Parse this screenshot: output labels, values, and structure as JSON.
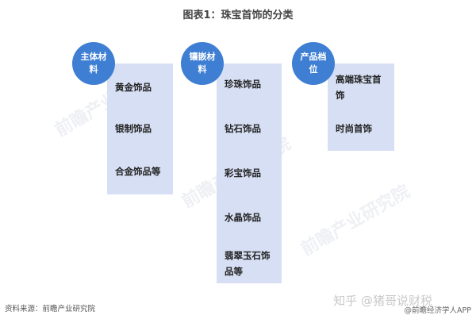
{
  "title": "图表1：珠宝首饰的分类",
  "categories": [
    {
      "label": "主体材料",
      "items": [
        "黄金饰品",
        "银制饰品",
        "合金饰品等"
      ]
    },
    {
      "label": "镶嵌材料",
      "items": [
        "珍珠饰品",
        "钻石饰品",
        "彩宝饰品",
        "水晶饰品",
        "翡翠玉石饰品等"
      ]
    },
    {
      "label": "产品档位",
      "items": [
        "高端珠宝首饰",
        "时尚首饰"
      ]
    }
  ],
  "footer": {
    "source": "资料来源：前瞻产业研究院",
    "watermark": "知乎 @猪哥说财税",
    "brand": "@前瞻经济学人APP"
  },
  "background_watermark": "前瞻产业研究院",
  "colors": {
    "circle": "#3f7fd3",
    "box": "#d6dff3"
  }
}
